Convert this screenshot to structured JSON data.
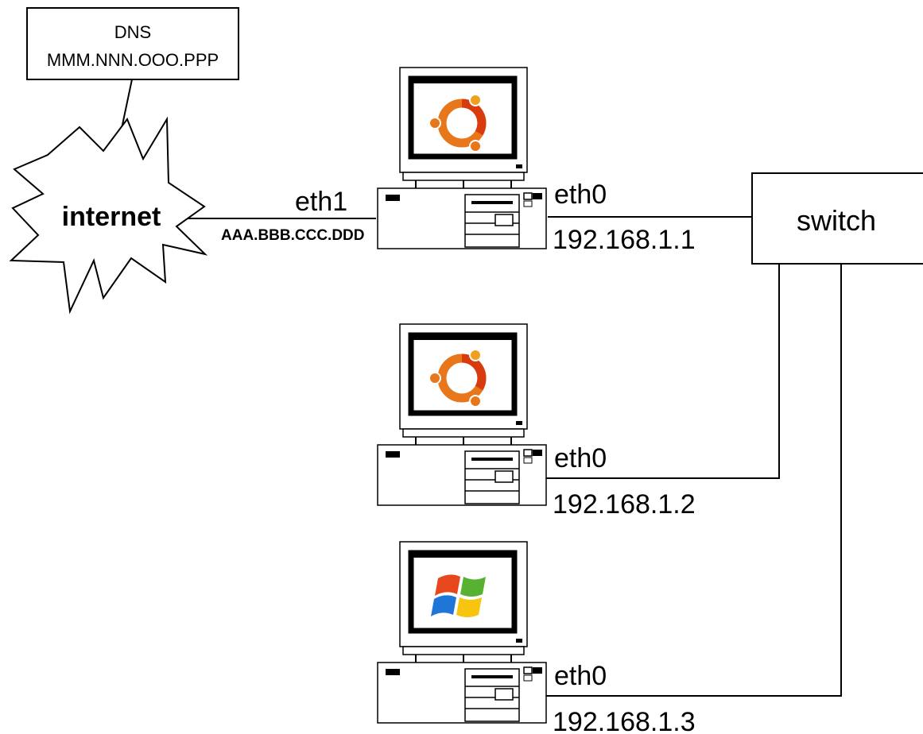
{
  "dns": {
    "title": "DNS",
    "address": "MMM.NNN.OOO.PPP"
  },
  "internet": {
    "label": "internet"
  },
  "switch": {
    "label": "switch"
  },
  "router": {
    "wan_interface": "eth1",
    "wan_address": "AAA.BBB.CCC.DDD",
    "lan_interface": "eth0",
    "lan_address": "192.168.1.1",
    "os_icon": "ubuntu-logo-icon"
  },
  "hosts": [
    {
      "interface": "eth0",
      "address": "192.168.1.2",
      "os_icon": "ubuntu-logo-icon"
    },
    {
      "interface": "eth0",
      "address": "192.168.1.3",
      "os_icon": "windows-logo-icon"
    }
  ],
  "colors": {
    "ubuntu_orange": "#e8761a",
    "ubuntu_red": "#d83c0e",
    "windows_red": "#e8461c",
    "windows_green": "#58b231",
    "windows_blue": "#1f75d8",
    "windows_yellow": "#f7c410"
  }
}
